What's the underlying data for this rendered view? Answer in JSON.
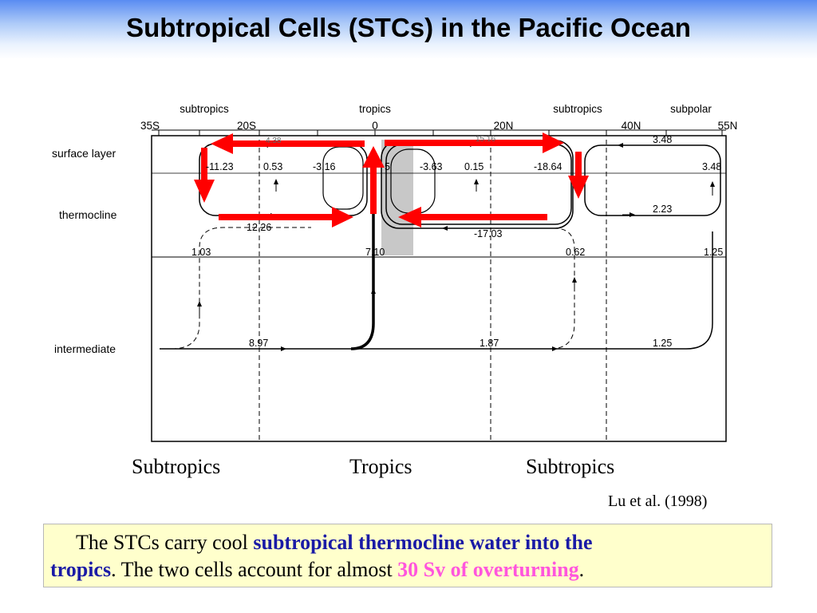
{
  "slide": {
    "title": "Subtropical Cells (STCs) in the Pacific Ocean"
  },
  "diagram": {
    "region_labels": [
      "subtropics",
      "tropics",
      "subtropics",
      "subpolar"
    ],
    "latitudes": [
      "35S",
      "20S",
      "0",
      "20N",
      "40N",
      "55N"
    ],
    "layers": [
      "surface layer",
      "thermocline",
      "intermediate"
    ],
    "transports": {
      "s_surface_left": "-11.23",
      "s_surface_mid": "0.53",
      "s_surface_eq": "-3.16",
      "eq_surface": "5",
      "n_surface_eq": "-3.63",
      "n_surface_mid": "0.15",
      "n_surface_sub": "-18.64",
      "top_n": "15.16",
      "top_s": "4.38",
      "subpolar_top": "3.48",
      "subpolar_right": "3.48",
      "subpolar_therm": "2.23",
      "s_therm": "12.26",
      "n_therm": "-17.03",
      "s_base": "1.03",
      "eq_base": "7.10",
      "n_base": "0.62",
      "subpolar_base": "1.25",
      "int_s": "8.97",
      "int_n": "1.87",
      "int_subpolar": "1.25"
    },
    "colors": {
      "arrow": "#ff0000",
      "shading": "#c8c8c8",
      "line": "#000000"
    }
  },
  "labels": {
    "subtropics_left": "Subtropics",
    "tropics": "Tropics",
    "subtropics_right": "Subtropics",
    "citation": "Lu et al. (1998)"
  },
  "caption": {
    "part1": "The STCs carry cool ",
    "highlight1": "subtropical thermocline water into the",
    "highlight1b": "tropics",
    "part2": ".  The two cells account for almost ",
    "highlight2": "30 Sv of overturning",
    "part3": "."
  }
}
